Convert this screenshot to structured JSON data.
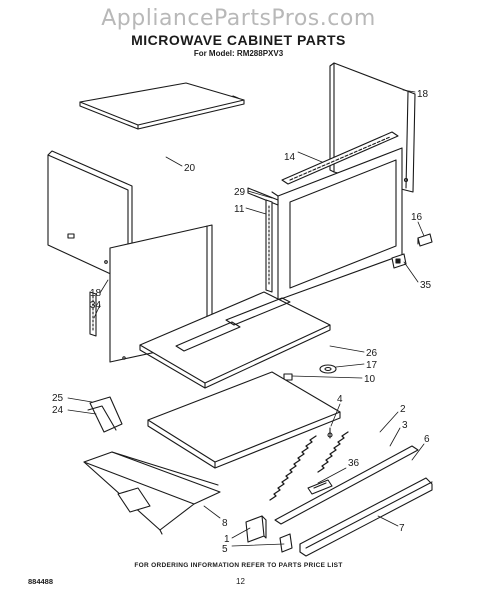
{
  "watermark": "AppliancePartsPros.com",
  "title": "MICROWAVE CABINET PARTS",
  "model_label": "For Model: RM288PXV3",
  "labels": {
    "l20": "20",
    "l18a": "18",
    "l14": "14",
    "l29": "29",
    "l11": "11",
    "l16": "16",
    "l35": "35",
    "l18b": "18",
    "l34": "34",
    "l26": "26",
    "l17": "17",
    "l10": "10",
    "l25": "25",
    "l24": "24",
    "l4": "4",
    "l2": "2",
    "l3": "3",
    "l6": "6",
    "l36": "36",
    "l7": "7",
    "l8": "8",
    "l1": "1",
    "l5": "5"
  },
  "footer_note": "FOR ORDERING INFORMATION REFER TO PARTS PRICE LIST",
  "footer_code": "884488",
  "page_number": "12"
}
